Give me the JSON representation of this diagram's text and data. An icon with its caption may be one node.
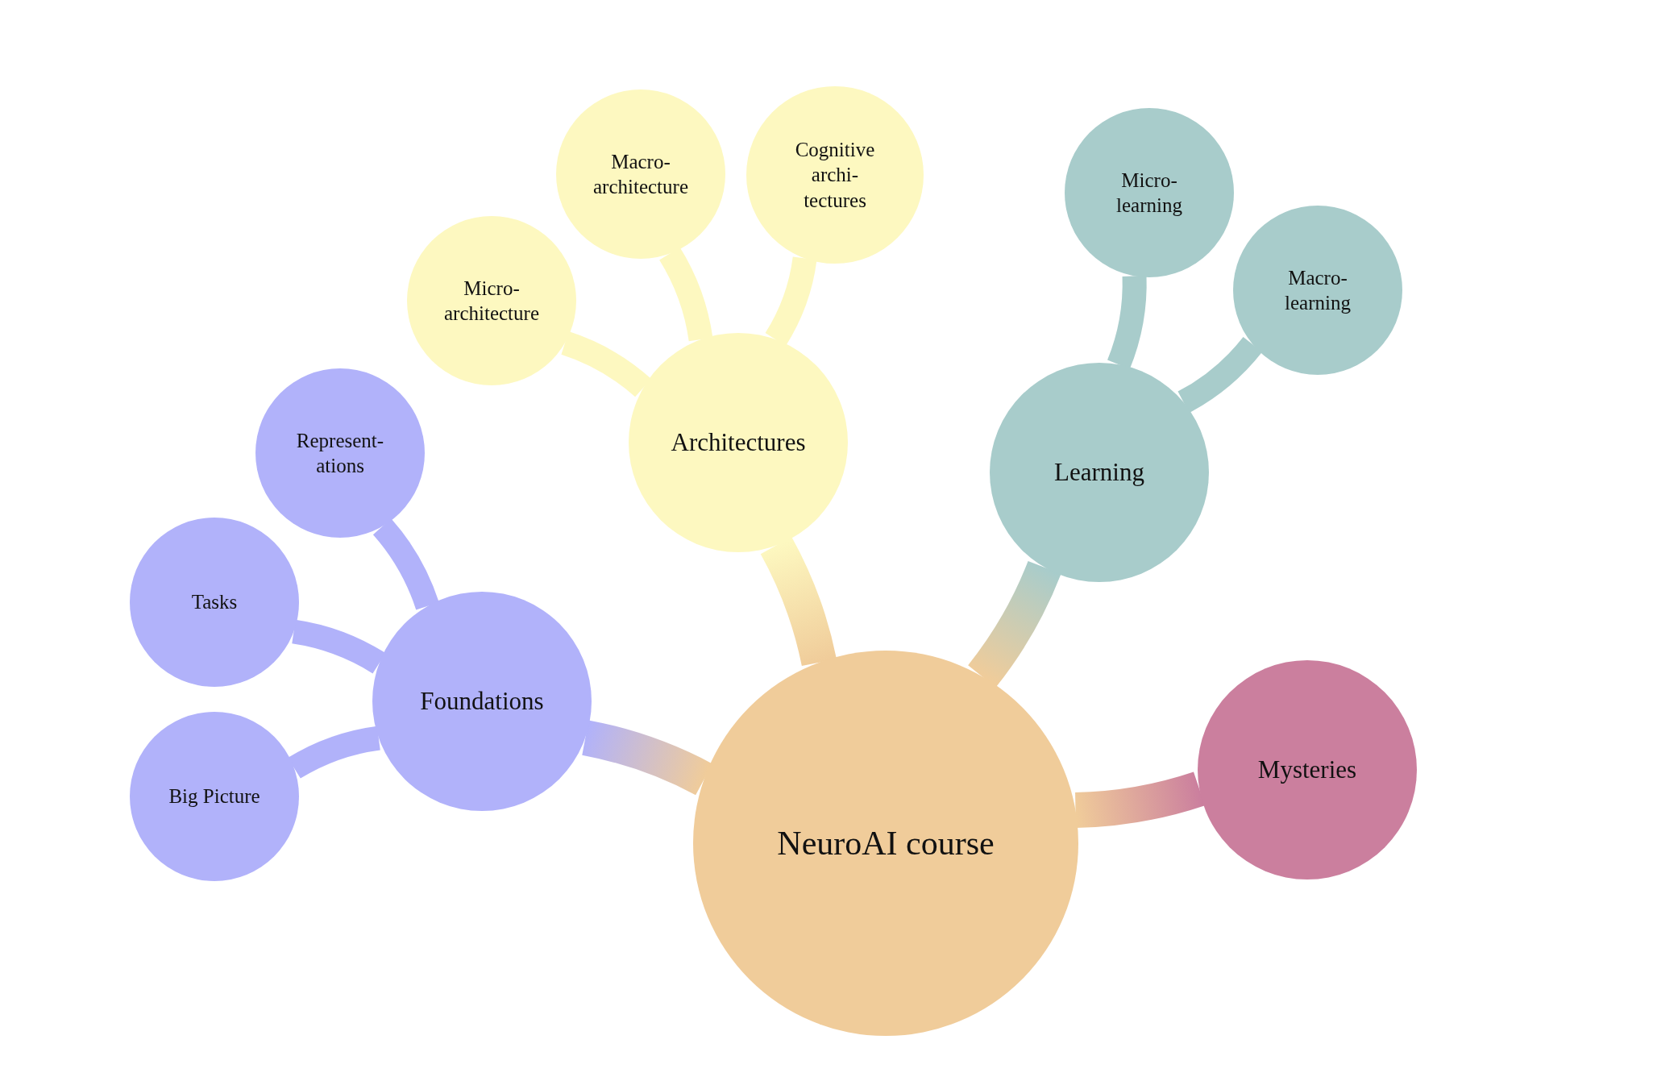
{
  "diagram": {
    "nodes": [
      {
        "text": [
          "NeuroAI course"
        ]
      },
      {
        "text": [
          "Foundations"
        ]
      },
      {
        "text": [
          "Represent- ations"
        ]
      },
      {
        "text": [
          "Tasks"
        ]
      },
      {
        "text": [
          "Big Picture"
        ]
      },
      {
        "text": [
          "Architectures"
        ]
      },
      {
        "text": [
          "Micro- architecture"
        ]
      },
      {
        "text": [
          "Macro- architecture"
        ]
      },
      {
        "text": [
          "Cognitive archi- tectures"
        ]
      },
      {
        "text": [
          "Learning"
        ]
      },
      {
        "text": [
          "Micro- learning"
        ]
      },
      {
        "text": [
          "Macro- learning"
        ]
      },
      {
        "text": [
          "Mysteries"
        ]
      }
    ],
    "edges": [
      {
        "from": 0,
        "to": 1,
        "arrow": "none"
      },
      {
        "from": 1,
        "to": 2,
        "arrow": "none"
      },
      {
        "from": 1,
        "to": 3,
        "arrow": "none"
      },
      {
        "from": 1,
        "to": 4,
        "arrow": "none"
      },
      {
        "from": 0,
        "to": 5,
        "arrow": "none"
      },
      {
        "from": 5,
        "to": 6,
        "arrow": "none"
      },
      {
        "from": 5,
        "to": 7,
        "arrow": "none"
      },
      {
        "from": 5,
        "to": 8,
        "arrow": "none"
      },
      {
        "from": 0,
        "to": 9,
        "arrow": "none"
      },
      {
        "from": 9,
        "to": 10,
        "arrow": "none"
      },
      {
        "from": 9,
        "to": 11,
        "arrow": "none"
      },
      {
        "from": 0,
        "to": 12,
        "arrow": "none"
      }
    ]
  }
}
